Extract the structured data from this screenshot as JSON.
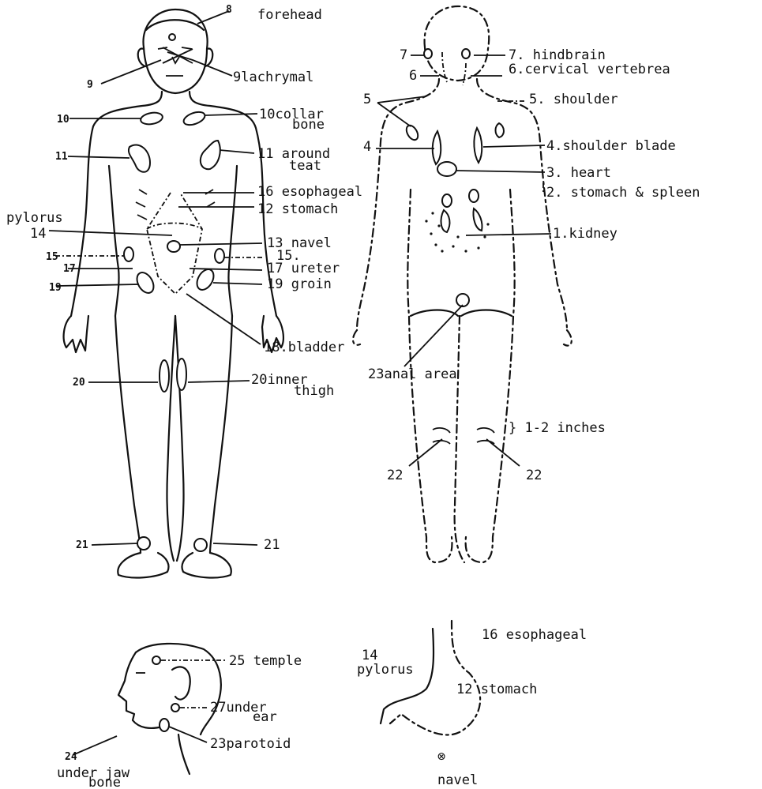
{
  "front_labels": {
    "n8": "8",
    "forehead": "forehead",
    "n9_left": "9",
    "lachrymal": "9lachrymal",
    "n10_left": "10",
    "collar": "10collar",
    "bone": "bone",
    "n11_left": "11",
    "around": "11 around",
    "teat": "teat",
    "esophageal": "16 esophageal",
    "stomach": "12 stomach",
    "pylorus": "pylorus",
    "n14": "14",
    "navel": "13 navel",
    "n15_left": "15",
    "n15_right": "15.",
    "n17_left": "17",
    "ureter": "17 ureter",
    "n19_left": "19",
    "groin": "19 groin",
    "bladder": "18.bladder",
    "n20_left": "20",
    "inner": "20inner",
    "thigh": "thigh",
    "n21_left": "21",
    "n21_right": "21"
  },
  "back_labels": {
    "n7_left": "7",
    "hindbrain": "7. hindbrain",
    "n6_left": "6",
    "cervical": "6.cervical vertebrea",
    "n5_left": "5",
    "shoulder": "5. shoulder",
    "n4_left": "4",
    "shoulder_blade": "4.shoulder blade",
    "heart": "3. heart",
    "stomach_spleen": "2. stomach & spleen",
    "kidney": "1.kidney",
    "anal_area": "23anal area",
    "inches": "} 1-2 inches",
    "n22_left": "22",
    "n22_right": "22"
  },
  "head_labels": {
    "temple": "25 temple",
    "under_ear_1": "27under",
    "under_ear_2": "ear",
    "parotoid": "23parotoid",
    "n24": "24",
    "under_jaw_1": "under jaw",
    "under_jaw_2": "bone"
  },
  "stomach_labels": {
    "esophageal": "16 esophageal",
    "n14": "14",
    "pylorus": "pylorus",
    "stomach": "12 stomach",
    "navel_symbol": "⊗",
    "navel": "navel"
  }
}
